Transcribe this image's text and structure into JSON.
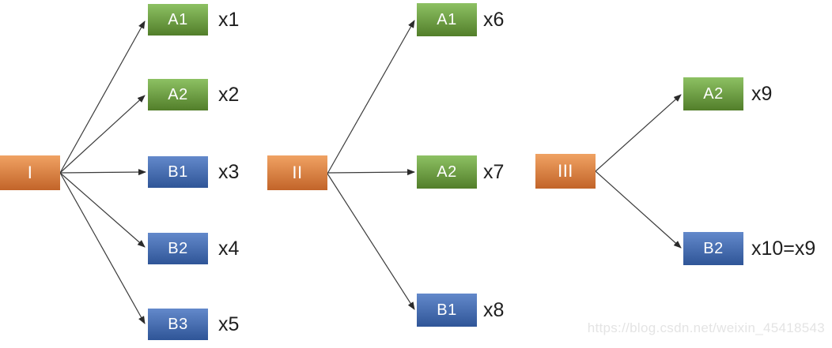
{
  "watermark": {
    "text": "https://blog.csdn.net/weixin_45418543"
  },
  "colors": {
    "root_gradient_top": "#F0A263",
    "root_gradient_bottom": "#C26429",
    "green_gradient_top": "#8DC163",
    "green_gradient_bottom": "#527E2A",
    "blue_gradient_top": "#6389CB",
    "blue_gradient_bottom": "#2F5597",
    "arrow": "#3B3B3B",
    "box_text": "#FFFFFF",
    "value_text": "#1F1F1F",
    "watermark_text": "#E4E4E4"
  },
  "trees": [
    {
      "root": {
        "id": "I",
        "label": "I"
      },
      "children": [
        {
          "id": "A1",
          "label": "A1",
          "type": "green",
          "value": "x1"
        },
        {
          "id": "A2",
          "label": "A2",
          "type": "green",
          "value": "x2"
        },
        {
          "id": "B1",
          "label": "B1",
          "type": "blue",
          "value": "x3"
        },
        {
          "id": "B2",
          "label": "B2",
          "type": "blue",
          "value": "x4"
        },
        {
          "id": "B3",
          "label": "B3",
          "type": "blue",
          "value": "x5"
        }
      ]
    },
    {
      "root": {
        "id": "II",
        "label": "II"
      },
      "children": [
        {
          "id": "A1",
          "label": "A1",
          "type": "green",
          "value": "x6"
        },
        {
          "id": "A2",
          "label": "A2",
          "type": "green",
          "value": "x7"
        },
        {
          "id": "B1",
          "label": "B1",
          "type": "blue",
          "value": "x8"
        }
      ]
    },
    {
      "root": {
        "id": "III",
        "label": "III"
      },
      "children": [
        {
          "id": "A2",
          "label": "A2",
          "type": "green",
          "value": "x9"
        },
        {
          "id": "B2",
          "label": "B2",
          "type": "blue",
          "value": "x10=x9"
        }
      ]
    }
  ]
}
